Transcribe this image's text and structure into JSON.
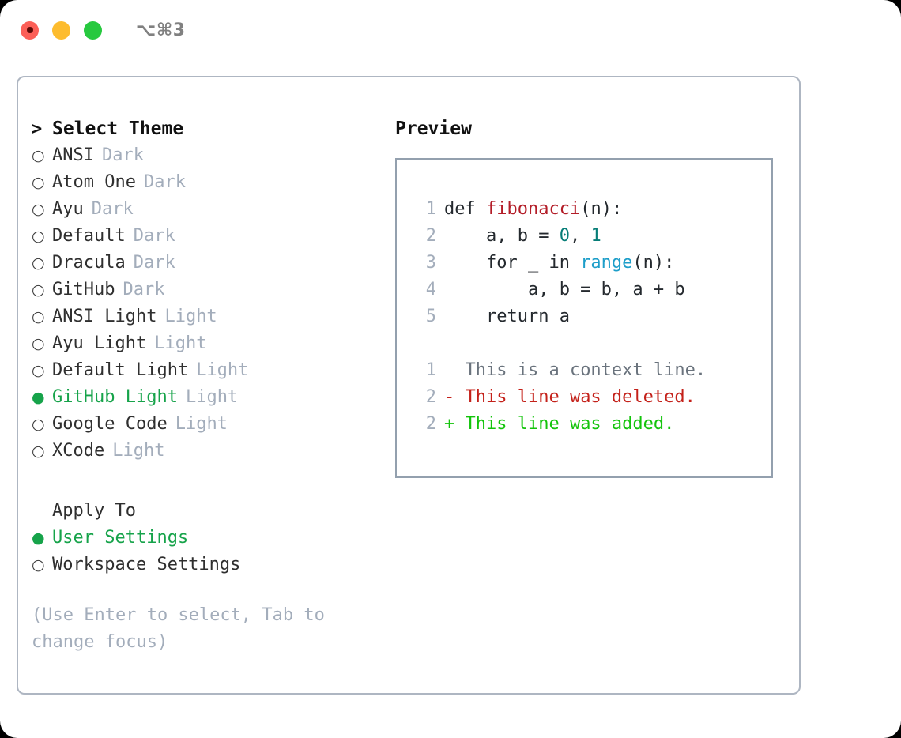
{
  "window": {
    "shortcut_label": "⌥⌘3",
    "traffic_lights": [
      {
        "name": "close",
        "color": "#fc5f57"
      },
      {
        "name": "minimize",
        "color": "#fdbc2e"
      },
      {
        "name": "zoom",
        "color": "#27c93f"
      }
    ]
  },
  "accent": {
    "selected_color": "#16a34a",
    "muted_color": "#a3adbb",
    "text_color": "#2f2f2f",
    "border_color": "#aeb6c2"
  },
  "theme_picker": {
    "title": "Select Theme",
    "prompt_marker": ">",
    "bullet_unselected": "○",
    "bullet_selected": "●",
    "items": [
      {
        "name": "ANSI",
        "tag": "Dark",
        "selected": false
      },
      {
        "name": "Atom One",
        "tag": "Dark",
        "selected": false
      },
      {
        "name": "Ayu",
        "tag": "Dark",
        "selected": false
      },
      {
        "name": "Default",
        "tag": "Dark",
        "selected": false
      },
      {
        "name": "Dracula",
        "tag": "Dark",
        "selected": false
      },
      {
        "name": "GitHub",
        "tag": "Dark",
        "selected": false
      },
      {
        "name": "ANSI Light",
        "tag": "Light",
        "selected": false
      },
      {
        "name": "Ayu Light",
        "tag": "Light",
        "selected": false
      },
      {
        "name": "Default Light",
        "tag": "Light",
        "selected": false
      },
      {
        "name": "GitHub Light",
        "tag": "Light",
        "selected": true
      },
      {
        "name": "Google Code",
        "tag": "Light",
        "selected": false
      },
      {
        "name": "XCode",
        "tag": "Light",
        "selected": false
      }
    ]
  },
  "apply_to": {
    "title": "Apply To",
    "items": [
      {
        "name": "User Settings",
        "selected": true
      },
      {
        "name": "Workspace Settings",
        "selected": false
      }
    ]
  },
  "hint": "(Use Enter to select, Tab to change focus)",
  "preview": {
    "title": "Preview",
    "code_lines": [
      {
        "number": "1",
        "tokens": [
          {
            "text": "def ",
            "kind": "kw"
          },
          {
            "text": "fibonacci",
            "kind": "fn"
          },
          {
            "text": "(n):",
            "kind": "plain"
          }
        ]
      },
      {
        "number": "2",
        "tokens": [
          {
            "text": "    a, b = ",
            "kind": "plain"
          },
          {
            "text": "0",
            "kind": "num"
          },
          {
            "text": ", ",
            "kind": "plain"
          },
          {
            "text": "1",
            "kind": "num"
          }
        ]
      },
      {
        "number": "3",
        "tokens": [
          {
            "text": "    for _ in ",
            "kind": "plain"
          },
          {
            "text": "range",
            "kind": "call"
          },
          {
            "text": "(n):",
            "kind": "plain"
          }
        ]
      },
      {
        "number": "4",
        "tokens": [
          {
            "text": "        a, b = b, a + b",
            "kind": "plain"
          }
        ]
      },
      {
        "number": "5",
        "tokens": [
          {
            "text": "    return a",
            "kind": "plain"
          }
        ]
      }
    ],
    "diff_lines": [
      {
        "number": "1",
        "sign": " ",
        "text": " This is a context line.",
        "kind": "ctx"
      },
      {
        "number": "2",
        "sign": "-",
        "text": " This line was deleted.",
        "kind": "del"
      },
      {
        "number": "2",
        "sign": "+",
        "text": " This line was added.",
        "kind": "add"
      }
    ]
  }
}
